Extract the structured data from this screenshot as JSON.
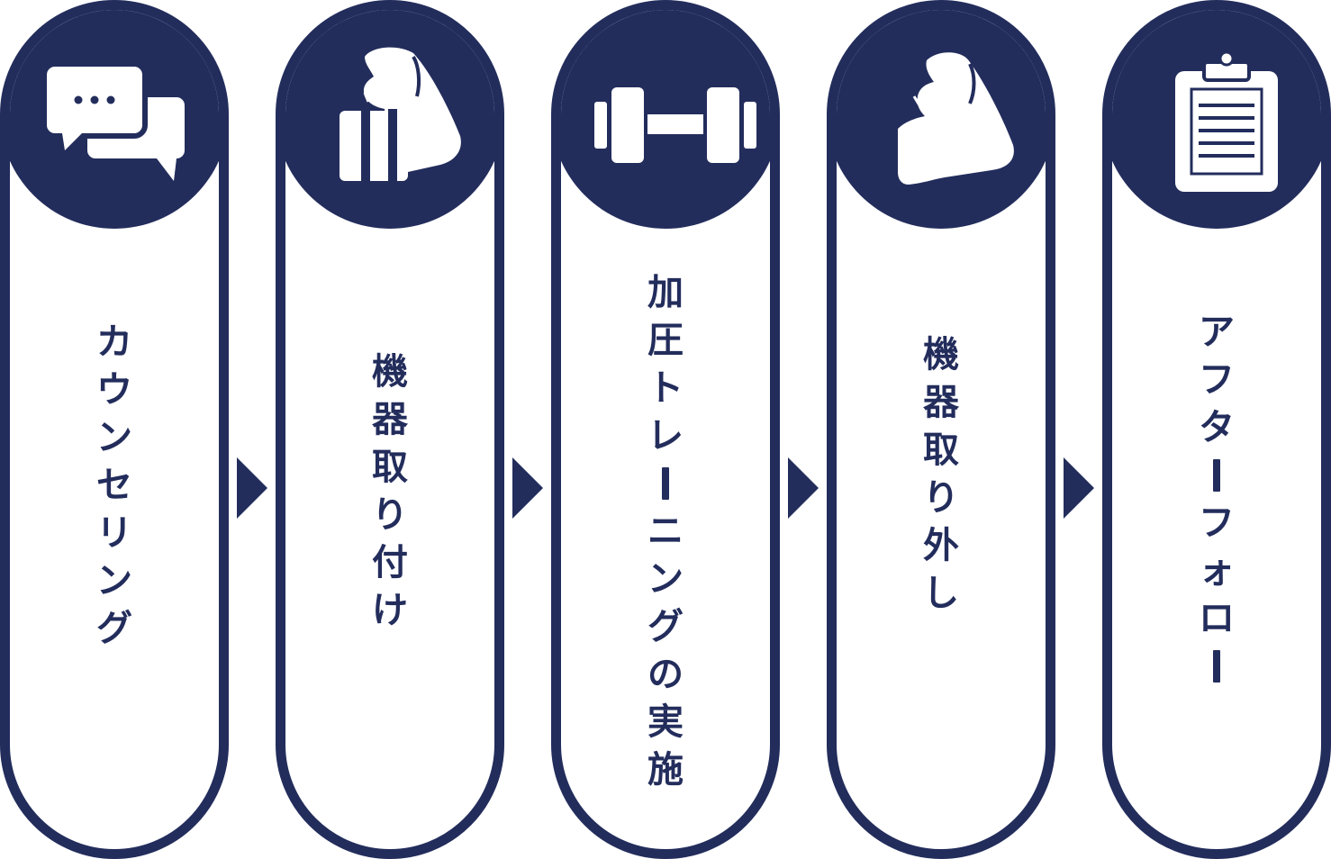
{
  "steps": [
    {
      "label": "カウンセリング",
      "icon": "chat-bubbles-icon"
    },
    {
      "label": "機器取り付け",
      "icon": "arm-cuff-icon"
    },
    {
      "label": "加圧トレーニングの実施",
      "icon": "dumbbell-icon"
    },
    {
      "label": "機器取り外し",
      "icon": "flexed-arm-icon"
    },
    {
      "label": "アフターフォロー",
      "icon": "clipboard-icon"
    }
  ],
  "colors": {
    "primary": "#232d5c",
    "background": "#ffffff"
  }
}
